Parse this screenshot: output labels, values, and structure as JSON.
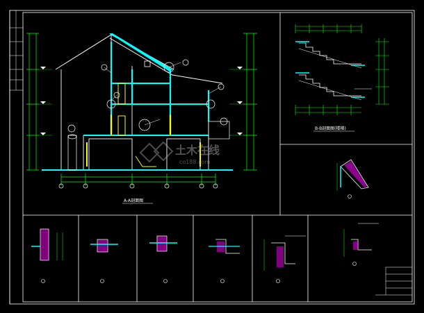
{
  "drawing": {
    "background": "#000000",
    "line_colors": {
      "frame": "#ffffff",
      "wall": "#ffffff",
      "dimension": "#00ff00",
      "axis": "#00ffff",
      "section_fill": "#ffff00",
      "hatch": "#ff00ff"
    }
  },
  "captions": {
    "main_section": "A-A剖面图",
    "stair_section": "B-B剖面图(楼梯)"
  },
  "watermark": {
    "brand": "土木在线",
    "site": "co188.com",
    "logo_icon": "diamond-logo-icon"
  },
  "icons": {
    "axis_marker": "circle-axis-marker-icon",
    "detail_callout": "circle-detail-callout-icon"
  }
}
